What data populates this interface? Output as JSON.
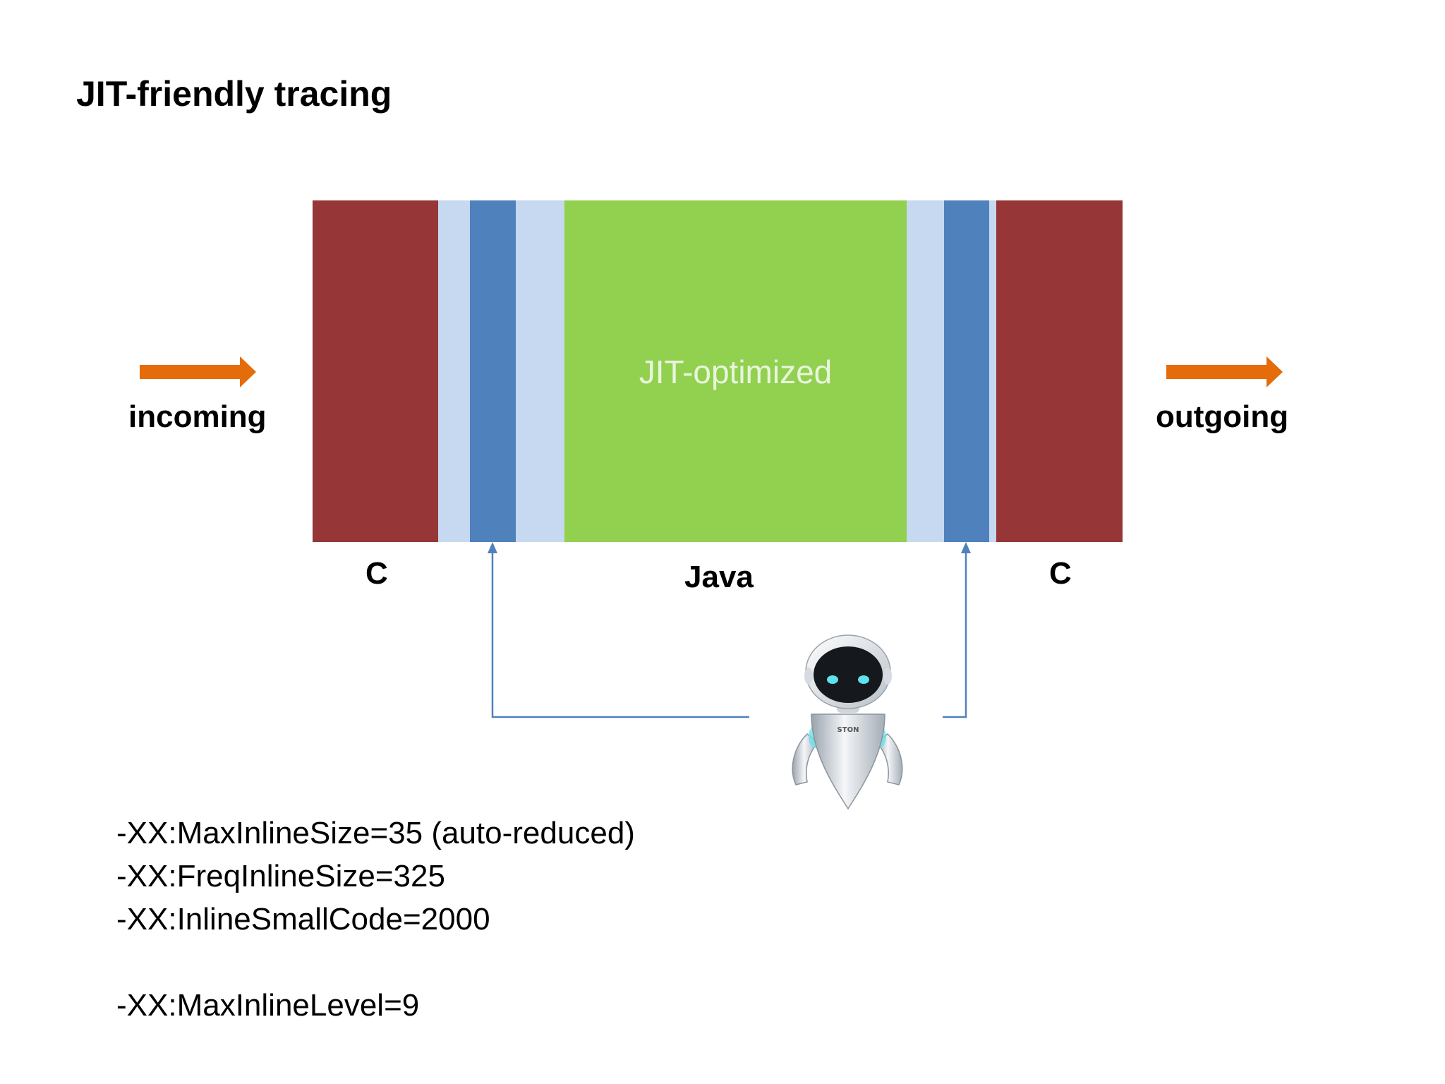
{
  "slide": {
    "title": "JIT-friendly tracing",
    "incoming_label": "incoming",
    "outgoing_label": "outgoing",
    "jit_label": "JIT-optimized",
    "left_c_label": "C",
    "java_label": "Java",
    "right_c_label": "C",
    "robot_badge": "STON",
    "jvm_flags": [
      "-XX:MaxInlineSize=35 (auto-reduced)",
      "-XX:FreqInlineSize=325",
      "-XX:InlineSmallCode=2000"
    ],
    "jvm_flag_extra": "-XX:MaxInlineLevel=9"
  },
  "colors": {
    "c_block": "#963637",
    "light_blue": "#c6d9f1",
    "mid_blue": "#4f81bd",
    "green": "#92d050",
    "orange_arrow": "#e46c0a",
    "connector": "#4f81bd"
  }
}
